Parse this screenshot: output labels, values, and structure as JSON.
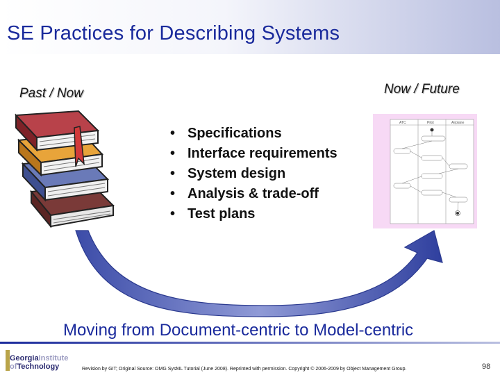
{
  "slide": {
    "title": "SE Practices for Describing Systems",
    "past_label": "Past / Now",
    "future_label": "Now / Future",
    "bullets": [
      "Specifications",
      "Interface requirements",
      "System design",
      "Analysis & trade-off",
      "Test plans"
    ],
    "bullet_glyph": "•",
    "bottom_text": "Moving from Document-centric to Model-centric",
    "footnote": "Revision by GIT; Original Source: OMG SysML Tutorial (June 2008). Reprinted with permission. Copyright © 2006-2009 by Object Management Group.",
    "page_number": "98"
  },
  "logo": {
    "line1_a": "Georgia",
    "line1_b": "Institute",
    "line2_a": "of",
    "line2_b": "Technology"
  },
  "diagram": {
    "lanes": [
      "ATC",
      "Pilot",
      "Airplane"
    ]
  },
  "colors": {
    "title": "#1a2a9c",
    "arrow": "#5b6bbf",
    "diagram_bg": "#f7d9f5"
  }
}
